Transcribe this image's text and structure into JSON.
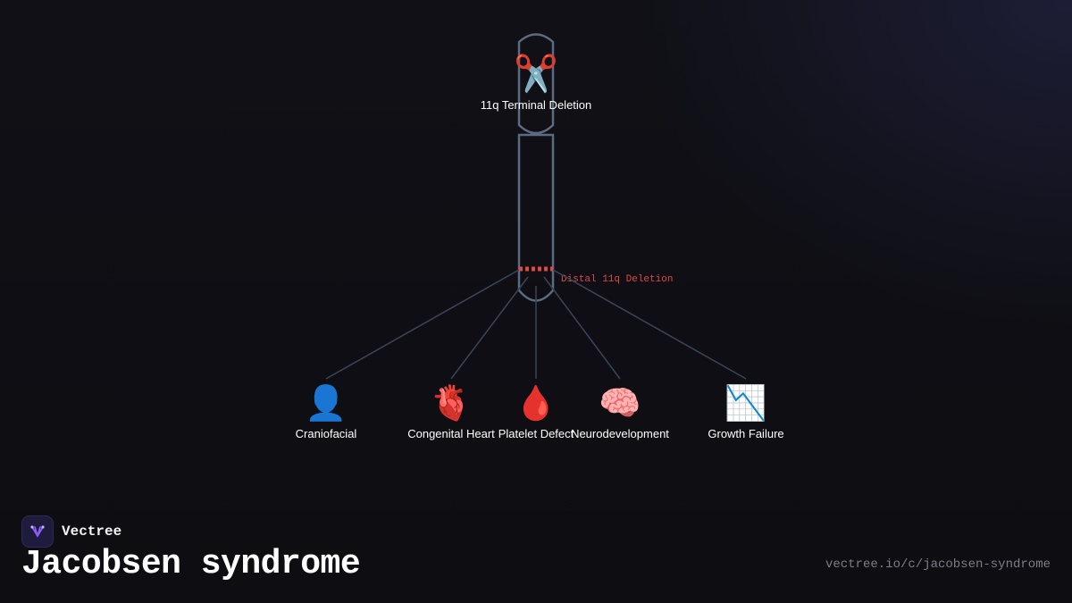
{
  "brand": {
    "name": "Vectree",
    "logo_icon": "vectree-logo-icon",
    "accent": "#8b5cf6"
  },
  "page": {
    "title": "Jacobsen syndrome",
    "url": "vectree.io/c/jacobsen-syndrome"
  },
  "diagram": {
    "colors": {
      "chromosome": "#5d6b80",
      "deletion": "#e04848",
      "connector": "#3a4658",
      "label": "#ffffff"
    },
    "top_node": {
      "icon": "scissors-icon",
      "glyph": "✂️",
      "label": "11q Terminal Deletion"
    },
    "deletion_marker": {
      "label": "Distal 11q Deletion"
    },
    "features": [
      {
        "icon": "person-icon",
        "glyph": "👤",
        "label": "Craniofacial"
      },
      {
        "icon": "heart-icon",
        "glyph": "🫀",
        "label": "Congenital Heart"
      },
      {
        "icon": "blood-drop-icon",
        "glyph": "🩸",
        "label": "Platelet Defect"
      },
      {
        "icon": "brain-icon",
        "glyph": "🧠",
        "label": "Neurodevelopment"
      },
      {
        "icon": "chart-down-icon",
        "glyph": "📉",
        "label": "Growth Failure"
      }
    ]
  }
}
